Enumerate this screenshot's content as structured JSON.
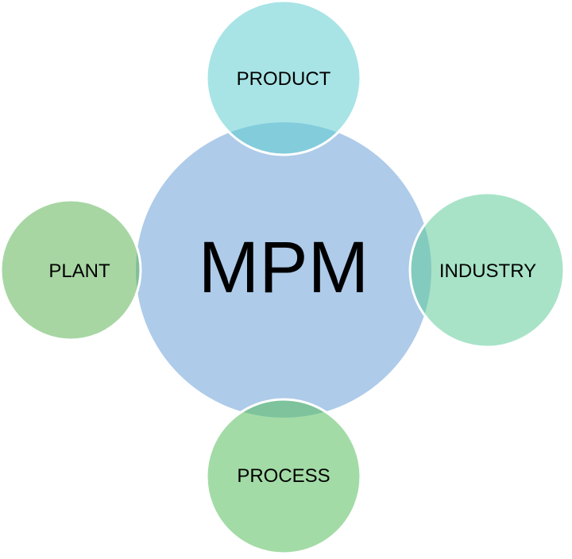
{
  "center": {
    "label": "MPM",
    "color": "#aecbe9"
  },
  "nodes": [
    {
      "id": "product",
      "label": "PRODUCT",
      "color": "rgba(97,206,210,0.55)"
    },
    {
      "id": "plant",
      "label": "PLANT",
      "color": "rgba(95,180,88,0.55)"
    },
    {
      "id": "industry",
      "label": "INDUSTRY",
      "color": "rgba(97,204,155,0.55)"
    },
    {
      "id": "process",
      "label": "PROCESS",
      "color": "rgba(88,190,93,0.55)"
    }
  ]
}
